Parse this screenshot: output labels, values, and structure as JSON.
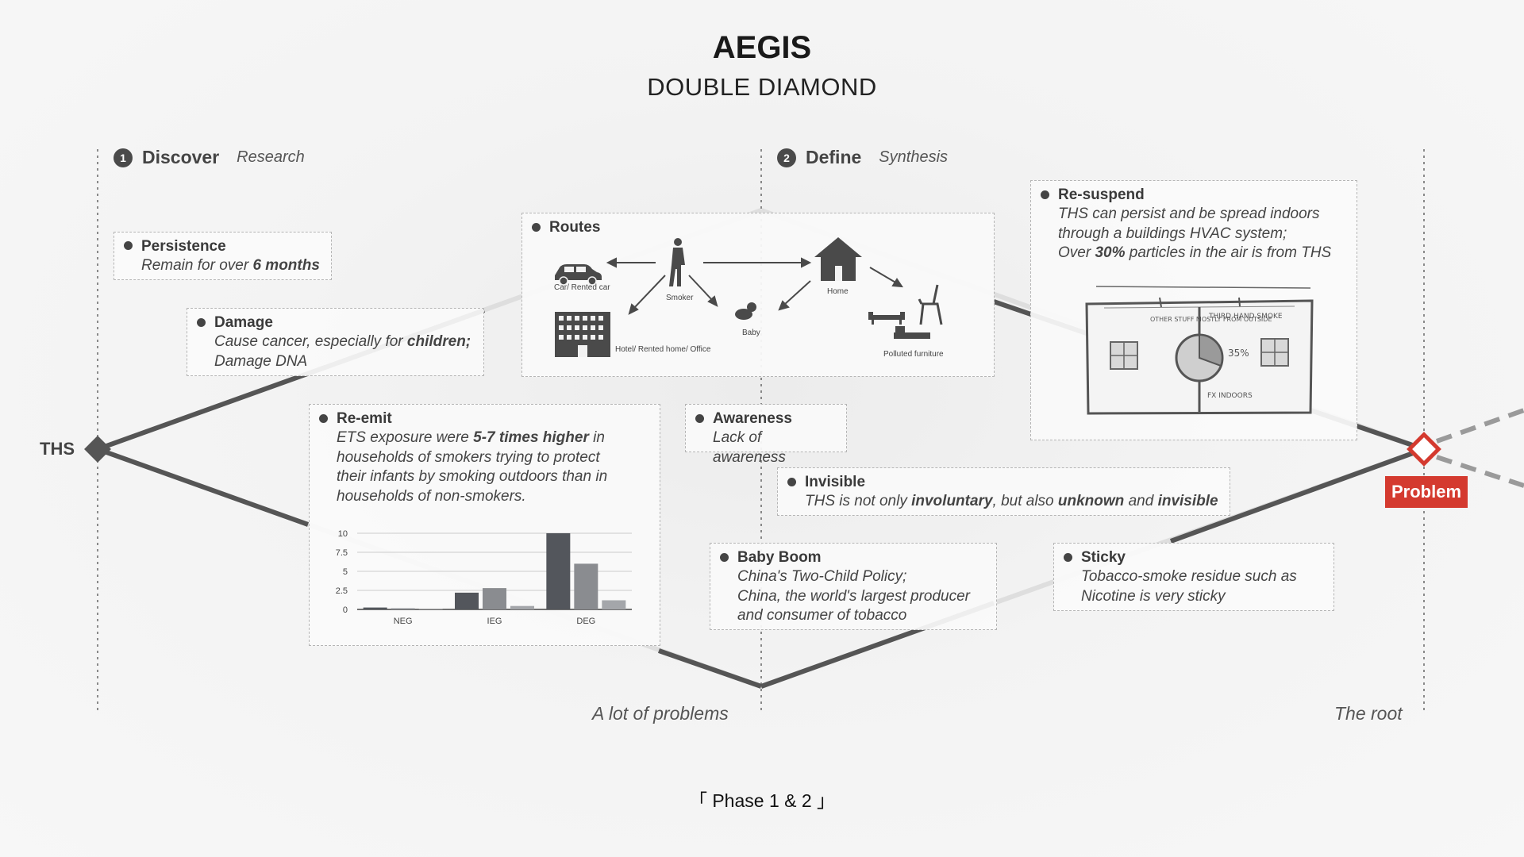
{
  "header": {
    "title": "AEGIS",
    "subtitle": "DOUBLE DIAMOND"
  },
  "phases": [
    {
      "number": "1",
      "name": "Discover",
      "sub": "Research"
    },
    {
      "number": "2",
      "name": "Define",
      "sub": "Synthesis"
    }
  ],
  "labels": {
    "start": "THS",
    "end": "Problem",
    "bottom_left": "A lot of problems",
    "bottom_right": "The root"
  },
  "footer": "「 Phase 1 & 2 」",
  "cards": {
    "persistence": {
      "title": "Persistence",
      "body_pre": "Remain for over ",
      "body_bold": "6 months"
    },
    "damage": {
      "title": "Damage",
      "line1_pre": "Cause cancer, especially for ",
      "line1_bold": "children;",
      "line2": "Damage DNA"
    },
    "routes": {
      "title": "Routes",
      "items": {
        "car": "Car/ Rented car",
        "smoker": "Smoker",
        "home": "Home",
        "baby": "Baby",
        "hotel": "Hotel/ Rented home/ Office",
        "furniture": "Polluted furniture"
      }
    },
    "resuspend": {
      "title": "Re-suspend",
      "line1": "THS can persist and be spread indoors",
      "line2": "through a buildings HVAC system;",
      "line3_pre": "Over ",
      "line3_bold": "30%",
      "line3_post": " particles in the air is from THS",
      "sketch_text": [
        "OTHER STUFF MOSTLY FROM OUTSIDE",
        "THIRD HAND SMOKE",
        "35%",
        "FX INDOORS"
      ]
    },
    "reemit": {
      "title": "Re-emit",
      "line1_pre": "ETS exposure were ",
      "line1_bold": "5-7 times higher",
      "line1_post": " in",
      "line2": "households of smokers trying to protect",
      "line3": "their infants by smoking outdoors than in",
      "line4": "households of non-smokers."
    },
    "awareness": {
      "title": "Awareness",
      "body": "Lack of awareness"
    },
    "invisible": {
      "title": "Invisible",
      "b1": "THS is not only ",
      "b2": "involuntary",
      "b3": ", but also ",
      "b4": "unknown",
      "b5": " and ",
      "b6": "invisible"
    },
    "babyboom": {
      "title": "Baby Boom",
      "line1": "China's Two-Child Policy;",
      "line2": "China, the world's largest producer",
      "line3": "and consumer of tobacco"
    },
    "sticky": {
      "title": "Sticky",
      "line1": "Tobacco-smoke residue such as",
      "line2": "Nicotine is very sticky"
    }
  },
  "chart_data": {
    "type": "bar",
    "categories": [
      "NEG",
      "IEG",
      "DEG"
    ],
    "series": [
      {
        "values": [
          0.25,
          2.2,
          10
        ]
      },
      {
        "values": [
          0.15,
          2.8,
          6
        ]
      },
      {
        "values": [
          0.05,
          0.45,
          1.2
        ]
      }
    ],
    "colors": [
      "#53565c",
      "#8a8c90",
      "#a4a6aa"
    ],
    "yticks": [
      "0",
      "2.5",
      "5",
      "7.5",
      "10"
    ],
    "ylim": [
      0,
      10
    ],
    "grid": true
  },
  "colors": {
    "accent": "#d43a2f",
    "line": "#555555",
    "light_line": "#dcdcdc"
  }
}
